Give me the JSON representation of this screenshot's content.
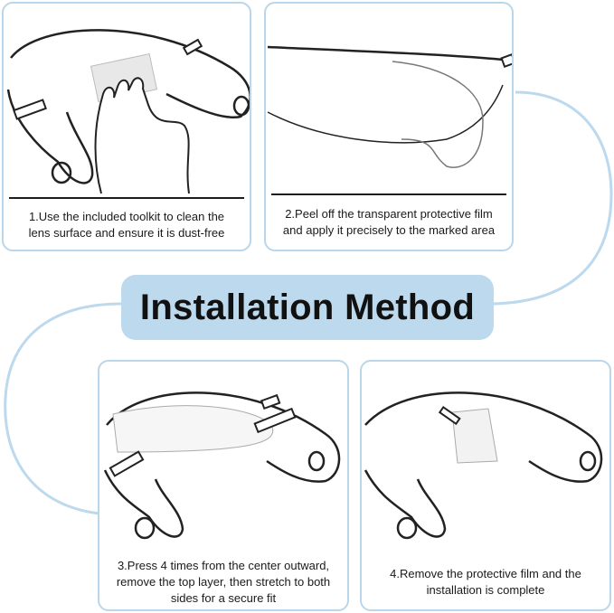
{
  "title": "Installation Method",
  "steps": [
    {
      "caption_line1": "1.Use the included toolkit to clean the",
      "caption_line2": "lens surface and ensure it is dust-free"
    },
    {
      "caption_line1": "2.Peel off the transparent protective film",
      "caption_line2": "and apply it precisely to the marked area"
    },
    {
      "caption_line1": "3.Press 4 times from the center outward,",
      "caption_line2": "remove the top layer, then stretch to both",
      "caption_line3": "sides for a secure fit"
    },
    {
      "caption_line1": "4.Remove the protective film and the",
      "caption_line2": "installation is complete"
    }
  ],
  "colors": {
    "accent": "#bcd9ee",
    "border": "#b9d6ea",
    "text": "#111111"
  },
  "icons": [
    "visor-cleaning-illustration",
    "film-peel-illustration",
    "film-press-illustration",
    "installed-film-illustration"
  ]
}
